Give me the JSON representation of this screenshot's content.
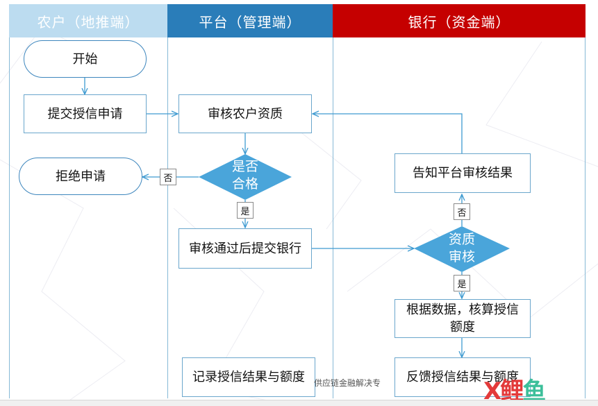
{
  "lanes": [
    {
      "label": "农户（地推端）",
      "bg": "#bcdcf0",
      "color": "#ffffff"
    },
    {
      "label": "平台（管理端）",
      "bg": "#2a7db9",
      "color": "#ffffff"
    },
    {
      "label": "银行（资金端）",
      "bg": "#c50000",
      "color": "#ffffff"
    }
  ],
  "nodes": {
    "start": "开始",
    "submit": "提交授信申请",
    "reject": "拒绝申请",
    "review": "审核农户资质",
    "qualified": {
      "line1": "是否",
      "line2": "合格"
    },
    "submit_bank": "审核通过后提交银行",
    "record": "记录授信结果与额度",
    "notify": "告知平台审核结果",
    "bank_review": {
      "line1": "资质",
      "line2": "审核"
    },
    "calculate": "根据数据，核算授信额度",
    "feedback": "反馈授信结果与额度"
  },
  "labels": {
    "no_1": "否",
    "yes_1": "是",
    "no_2": "否",
    "yes_2": "是"
  },
  "watermark": "供应链金融解决专",
  "logo": {
    "part1": "X",
    "part2": "鲤",
    "part3": "鱼"
  },
  "colors": {
    "line": "#3d9ad1",
    "diamond": "#4aa5da",
    "border": "#6aa6cc"
  }
}
